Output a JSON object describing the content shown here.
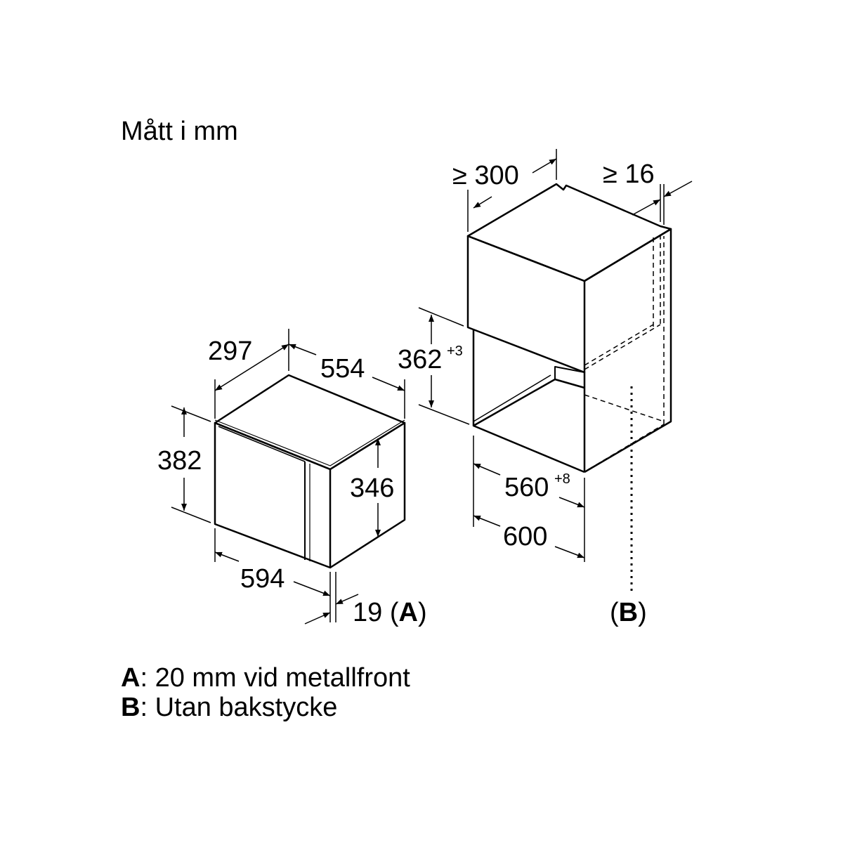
{
  "title": "Mått i mm",
  "microwave": {
    "depth": "297",
    "width_top": "554",
    "height": "382",
    "front_height": "346",
    "width_front": "594",
    "door_offset": "19",
    "door_note": "A"
  },
  "cabinet": {
    "back_gap": "≥ 300",
    "side_gap": "≥ 16",
    "niche_height": "362",
    "niche_height_tol": "+3",
    "niche_width": "560",
    "niche_width_tol": "+8",
    "cabinet_width": "600",
    "back_note": "B"
  },
  "legend": [
    {
      "key": "A",
      "text": ": 20 mm vid metallfront"
    },
    {
      "key": "B",
      "text": ": Utan bakstycke"
    }
  ]
}
